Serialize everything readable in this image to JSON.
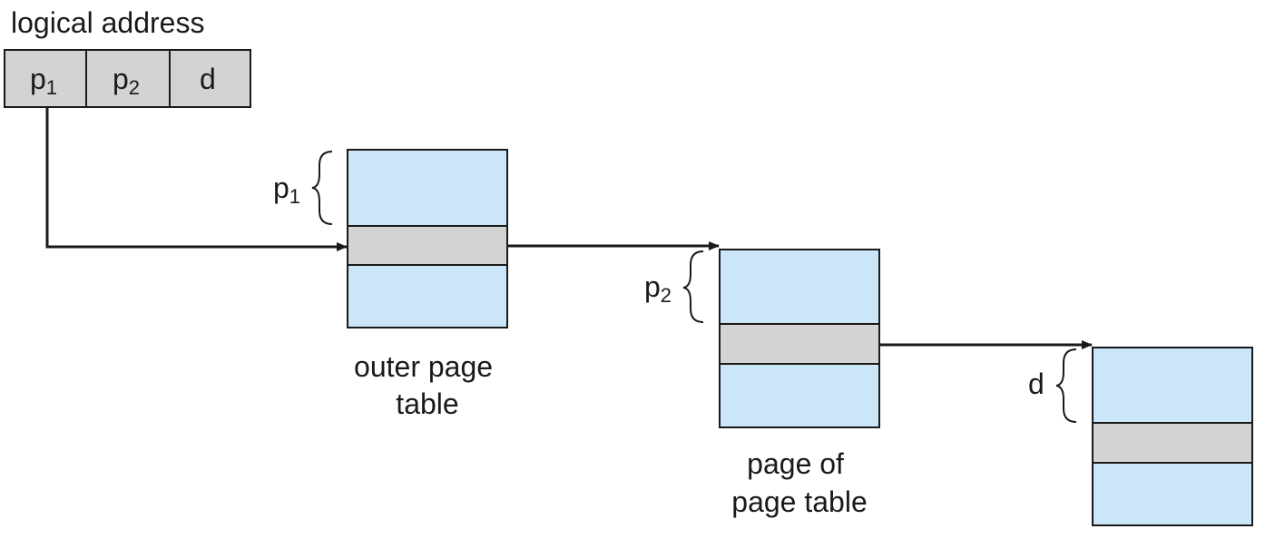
{
  "logical_address": {
    "title": "logical address",
    "fields": [
      {
        "base": "p",
        "sub": "1"
      },
      {
        "base": "p",
        "sub": "2"
      },
      {
        "base": "d",
        "sub": ""
      }
    ]
  },
  "tables": [
    {
      "index_label": {
        "base": "p",
        "sub": "1"
      },
      "caption_lines": [
        "outer page",
        "table"
      ]
    },
    {
      "index_label": {
        "base": "p",
        "sub": "2"
      },
      "caption_lines": [
        "page of",
        "page table"
      ]
    },
    {
      "index_label": {
        "base": "d",
        "sub": ""
      },
      "caption_lines": []
    }
  ],
  "colors": {
    "table_fill": "#cce6f9",
    "highlight_fill": "#d3d3d3",
    "address_fill": "#d3d3d3",
    "stroke": "#1a1a1a"
  }
}
